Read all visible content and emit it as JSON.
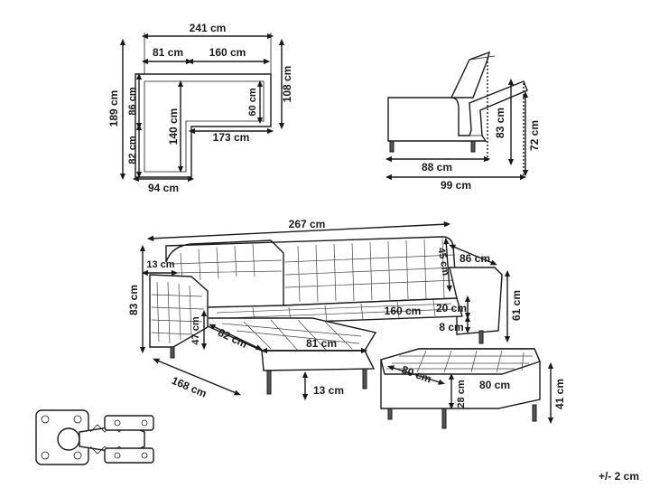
{
  "top_view": {
    "width_total": "241 cm",
    "chaise_width": "81 cm",
    "sofa_inner": "160 cm",
    "depth_total": "189 cm",
    "chaise_back": "86 cm",
    "chaise_front": "82 cm",
    "chaise_seat": "140 cm",
    "seat_depth": "60 cm",
    "sofa_depth": "108 cm",
    "seat_len": "173 cm",
    "chaise_base": "94 cm"
  },
  "side_view": {
    "depth_upright": "88 cm",
    "depth_reclined": "99 cm",
    "height_upright": "83 cm",
    "height_reclined": "72 cm"
  },
  "main_view": {
    "total_width": "267 cm",
    "armrest": "13 cm",
    "back_cushion": "45 cm",
    "depth": "86 cm",
    "height": "83 cm",
    "arm_height": "61 cm",
    "seat_width": "160 cm",
    "seat_thickness": "20 cm",
    "seat_base": "8 cm",
    "arm_depth": "47 cm",
    "chaise_depth": "82 cm",
    "chaise_width": "81 cm",
    "total_depth": "168 cm",
    "leg_height": "13 cm"
  },
  "ottoman": {
    "depth": "80 cm",
    "width": "80 cm",
    "cushion": "28 cm",
    "height": "41 cm"
  },
  "tolerance": "+/- 2 cm"
}
